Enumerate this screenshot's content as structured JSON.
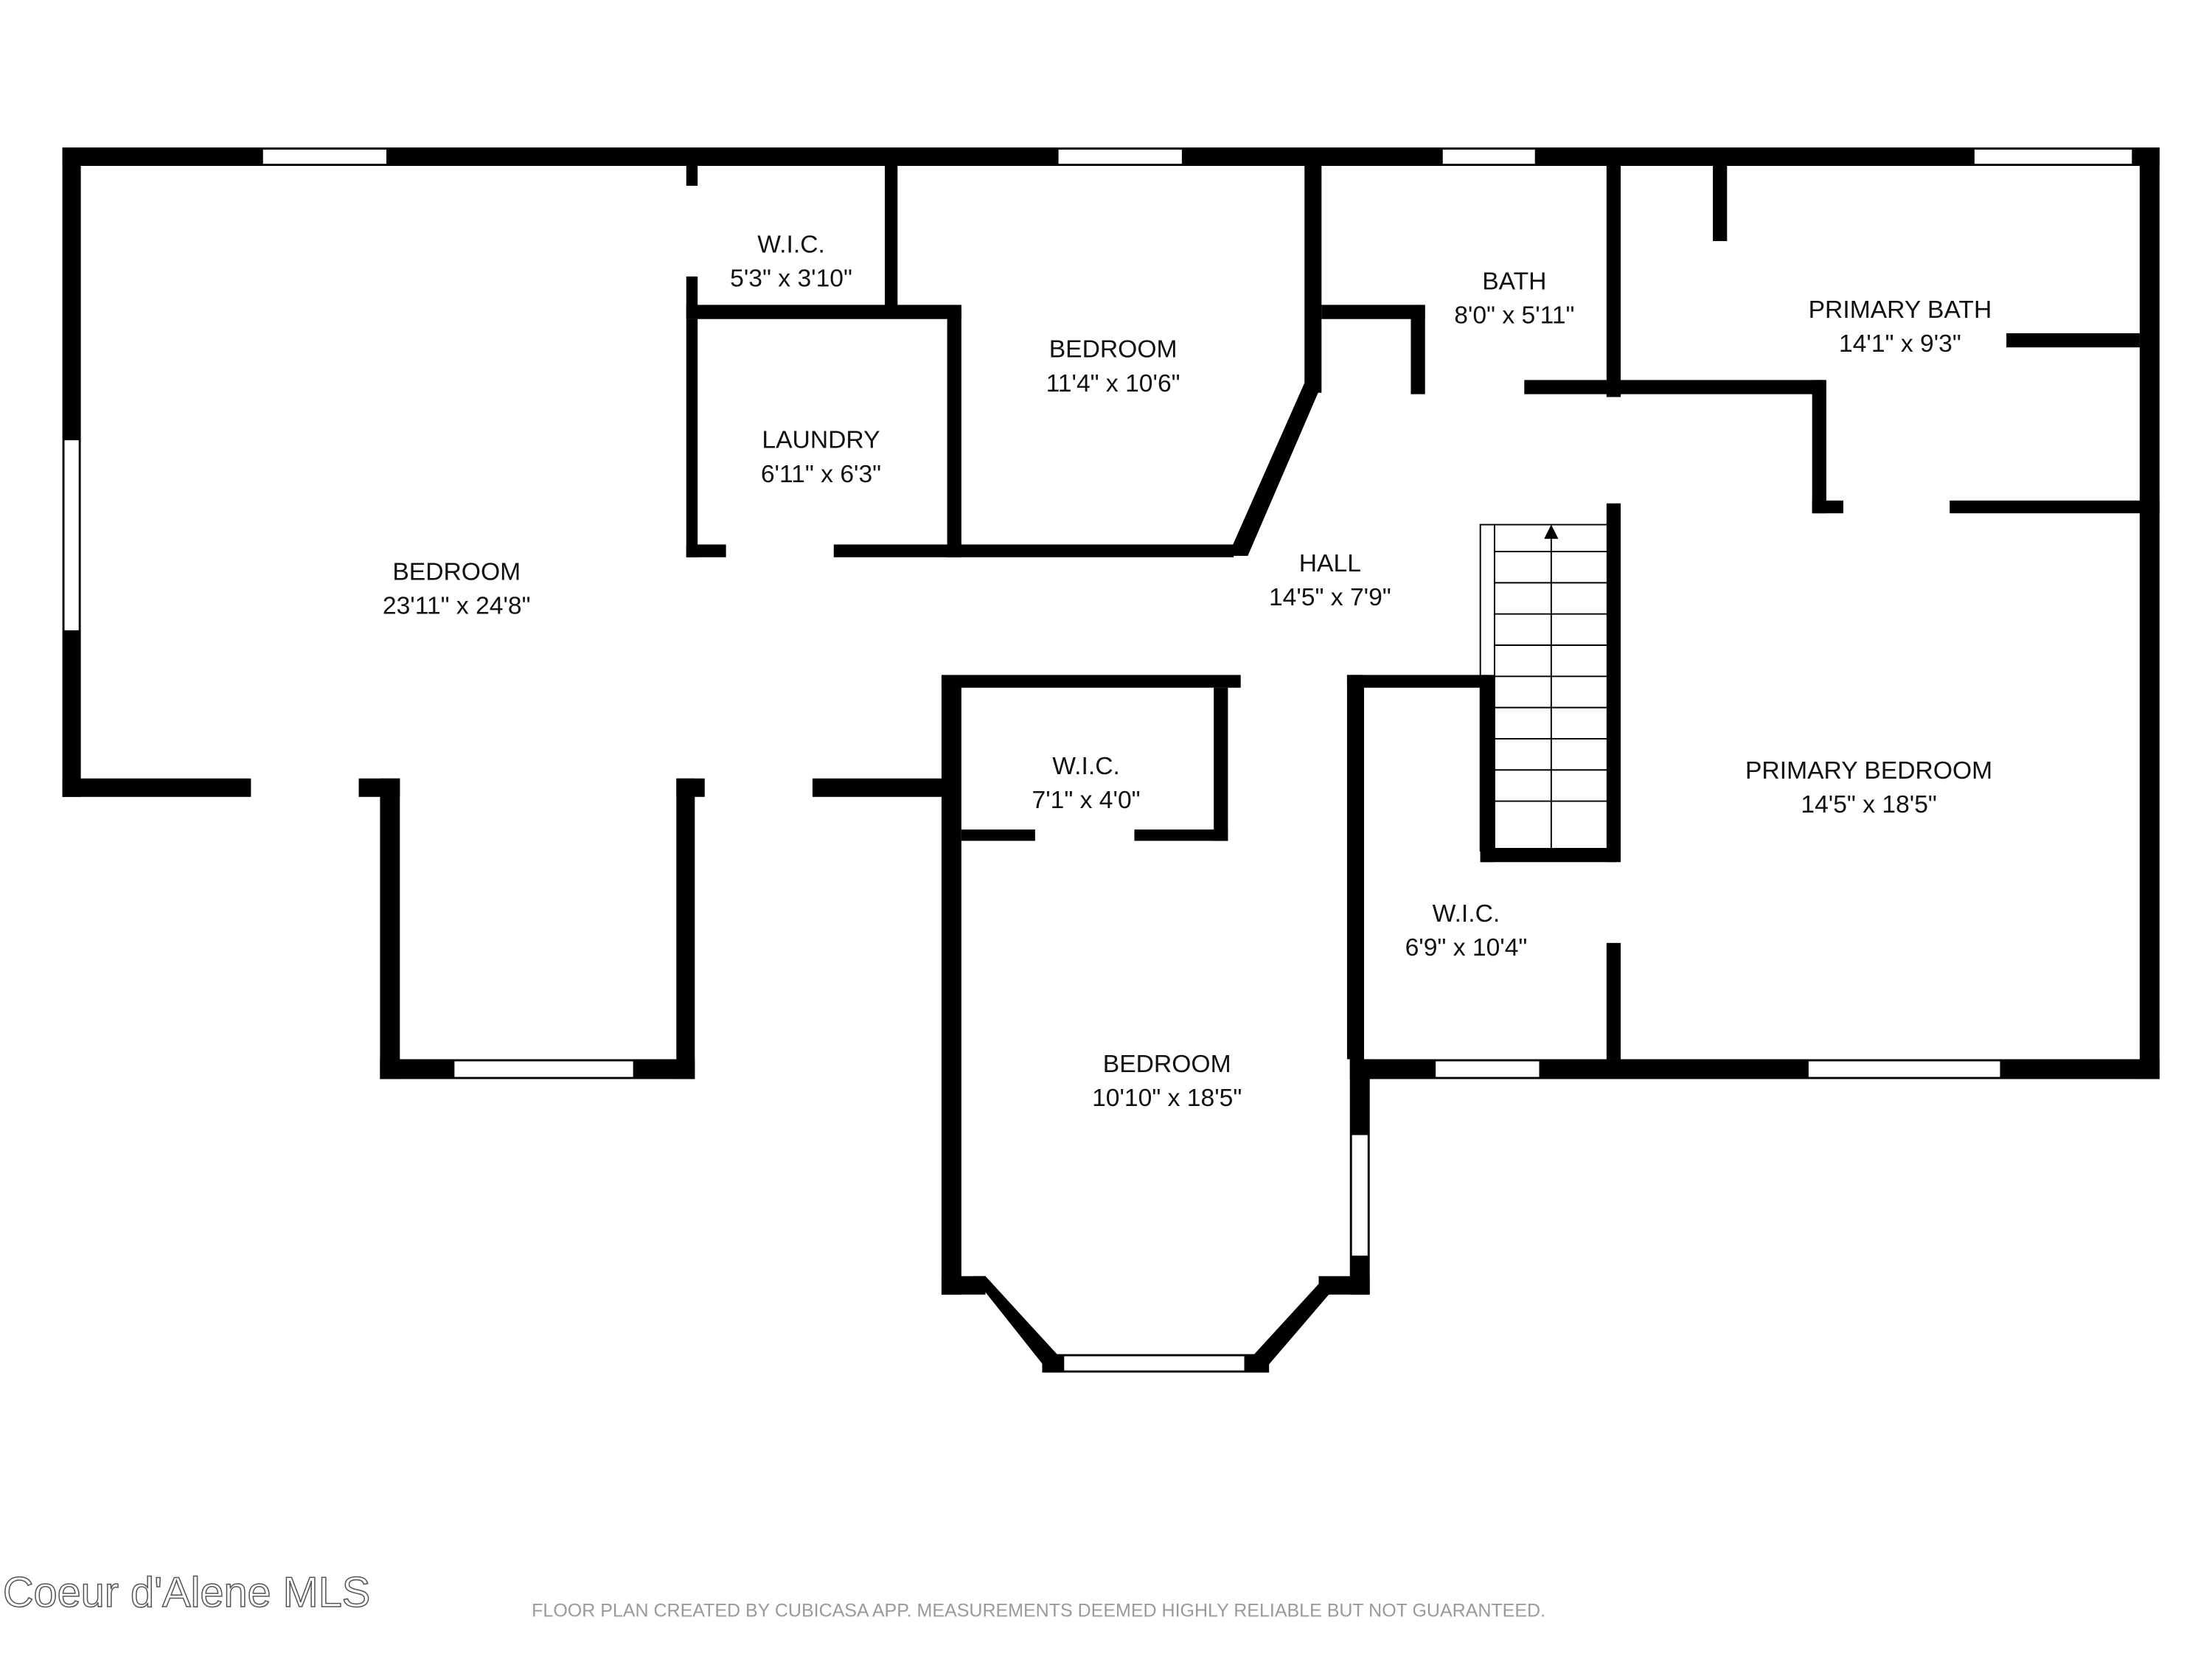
{
  "rooms": [
    {
      "name": "BEDROOM",
      "dims": "23'11\" x 24'8\""
    },
    {
      "name": "W.I.C.",
      "dims": "5'3\" x 3'10\""
    },
    {
      "name": "LAUNDRY",
      "dims": "6'11\" x 6'3\""
    },
    {
      "name": "BEDROOM",
      "dims": "11'4\" x 10'6\""
    },
    {
      "name": "BATH",
      "dims": "8'0\" x 5'11\""
    },
    {
      "name": "PRIMARY BATH",
      "dims": "14'1\" x 9'3\""
    },
    {
      "name": "HALL",
      "dims": "14'5\" x 7'9\""
    },
    {
      "name": "W.I.C.",
      "dims": "7'1\" x 4'0\""
    },
    {
      "name": "PRIMARY BEDROOM",
      "dims": "14'5\" x 18'5\""
    },
    {
      "name": "W.I.C.",
      "dims": "6'9\" x 10'4\""
    },
    {
      "name": "BEDROOM",
      "dims": "10'10\" x 18'5\""
    }
  ],
  "watermark": "Coeur d'Alene MLS",
  "footer": "FLOOR PLAN CREATED BY CUBICASA APP. MEASUREMENTS DEEMED HIGHLY RELIABLE BUT NOT GUARANTEED.",
  "colors": {
    "walls": "#000000",
    "background": "#ffffff",
    "footer_text": "#9a9a9a"
  }
}
